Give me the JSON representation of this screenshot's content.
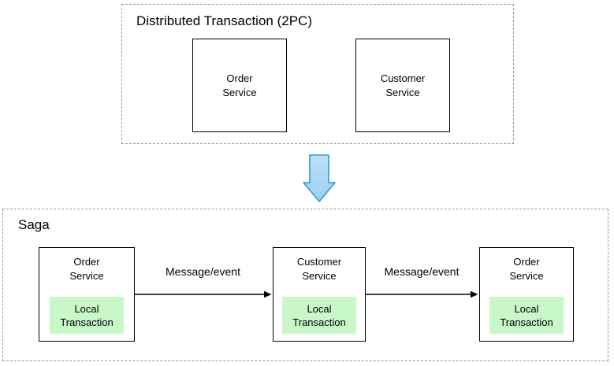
{
  "top_section": {
    "title": "Distributed Transaction (2PC)",
    "services": [
      {
        "label": "Order Service"
      },
      {
        "label": "Customer Service"
      }
    ]
  },
  "transition": {
    "icon": "down-arrow",
    "fill": "#aed7f1",
    "stroke": "#2d9cd8"
  },
  "saga_section": {
    "title": "Saga",
    "steps": [
      {
        "service": "Order Service",
        "local_transaction": "Local Transaction"
      },
      {
        "service": "Customer Service",
        "local_transaction": "Local Transaction"
      },
      {
        "service": "Order Service",
        "local_transaction": "Local Transaction"
      }
    ],
    "messages": [
      {
        "label": "Message/event"
      },
      {
        "label": "Message/event"
      }
    ],
    "colors": {
      "local_transaction_bg": "#c8f7c8",
      "box_border": "#000000",
      "dashed_border": "#999999",
      "arrow": "#000000"
    }
  }
}
